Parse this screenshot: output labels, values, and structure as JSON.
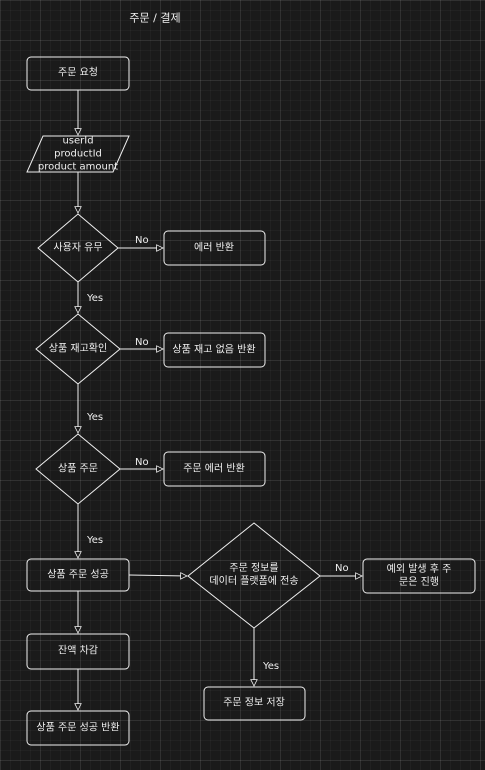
{
  "title": "주문 / 결제",
  "nodes": {
    "order_request": "주문 요청",
    "input": "userId\nproductId\nproduct amount",
    "user_exists": "사용자 유무",
    "error_return": "에러 반환",
    "stock_check": "상품 재고확인",
    "no_stock_return": "상품 재고 없음 반환",
    "product_order": "상품 주문",
    "order_error_return": "주문 에러 반환",
    "order_success": "상품 주문 성공",
    "send_data": "주문 정보를\n데이터 플랫폼에 전송",
    "exception_continue": "예외 발생 후 주문은 진행",
    "deduct_balance": "잔액 차감",
    "save_order": "주문 정보 저장",
    "success_return": "상품 주문 성공 반환"
  },
  "edges": {
    "yes": "Yes",
    "no": "No"
  }
}
